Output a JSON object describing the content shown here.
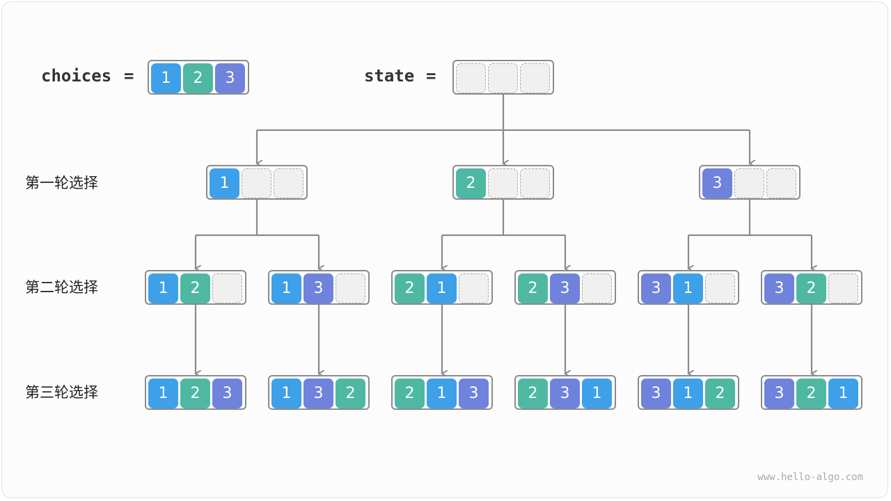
{
  "colors": {
    "1": "#3ea0e8",
    "2": "#4fb8a3",
    "3": "#6f82dc",
    "line": "#8a8a8a"
  },
  "labels": {
    "choices": "choices",
    "state": "state",
    "equals": "=",
    "round1": "第一轮选择",
    "round2": "第二轮选择",
    "round3": "第三轮选择",
    "watermark": "www.hello-algo.com"
  },
  "choices": [
    1,
    2,
    3
  ],
  "state": [
    null,
    null,
    null
  ],
  "tree": {
    "round1": [
      [
        1,
        null,
        null
      ],
      [
        2,
        null,
        null
      ],
      [
        3,
        null,
        null
      ]
    ],
    "round2": [
      [
        1,
        2,
        null
      ],
      [
        1,
        3,
        null
      ],
      [
        2,
        1,
        null
      ],
      [
        2,
        3,
        null
      ],
      [
        3,
        1,
        null
      ],
      [
        3,
        2,
        null
      ]
    ],
    "round3": [
      [
        1,
        2,
        3
      ],
      [
        1,
        3,
        2
      ],
      [
        2,
        1,
        3
      ],
      [
        2,
        3,
        1
      ],
      [
        3,
        1,
        2
      ],
      [
        3,
        2,
        1
      ]
    ]
  }
}
